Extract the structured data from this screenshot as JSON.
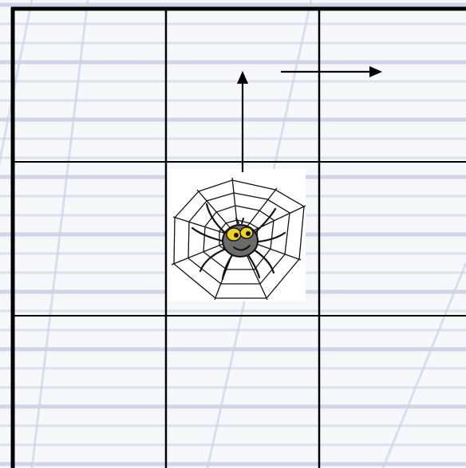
{
  "grid": {
    "rows": 3,
    "cols": 3
  },
  "spider": {
    "cell": {
      "row": 2,
      "col": 2
    },
    "icon": "spider-on-web-icon"
  },
  "arrows": [
    {
      "name": "arrow-up",
      "direction": "up",
      "icon": "arrow-up-icon"
    },
    {
      "name": "arrow-right",
      "direction": "right",
      "icon": "arrow-right-icon"
    }
  ],
  "colors": {
    "paper": "#f7f8fc",
    "ruled_line": "#c9cde3",
    "ruled_line_dark": "#b4b9d6",
    "diagonal": "#cfd3e8",
    "grid_line": "#000000",
    "spider_body": "#6b6b6b",
    "spider_eyes": "#f2d21b"
  }
}
